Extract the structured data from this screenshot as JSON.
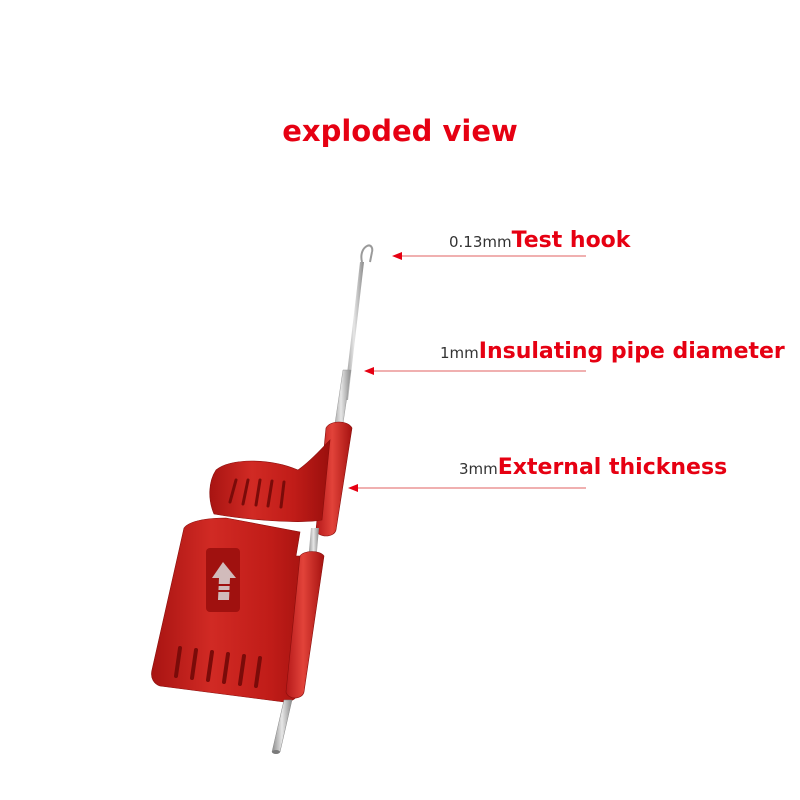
{
  "title": "exploded view",
  "callouts": [
    {
      "dimension": "0.13mm",
      "label": "Test hook"
    },
    {
      "dimension": "1mm",
      "label": "Insulating pipe diameter"
    },
    {
      "dimension": "3mm",
      "label": "External thickness"
    }
  ],
  "colors": {
    "accent": "#e60012",
    "probe_body": "#c8231f",
    "metal": "#b8b8b8",
    "dimension_text": "#333333"
  }
}
